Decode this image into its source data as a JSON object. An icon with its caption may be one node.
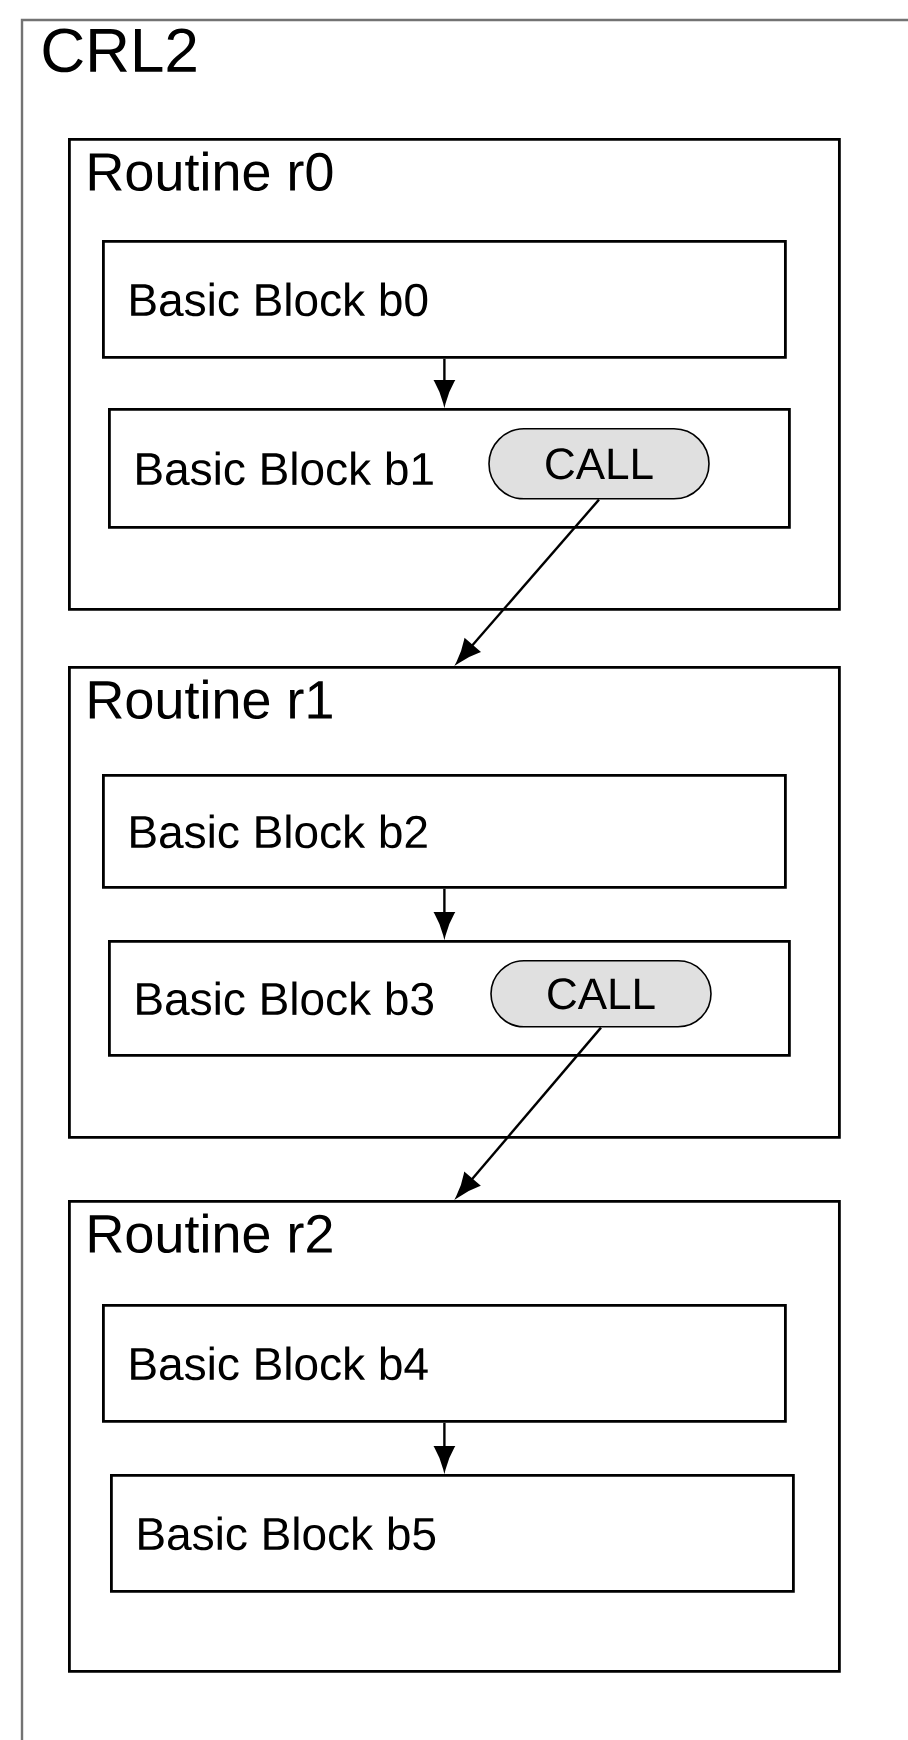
{
  "diagram": {
    "nodes": [
      {
        "text": [
          "CRL2"
        ]
      },
      {
        "text": [
          "Routine r0"
        ],
        "in": 0
      },
      {
        "text": [
          "Basic Block b0"
        ],
        "in": 1
      },
      {
        "text": [
          "Basic Block b1"
        ],
        "in": 1
      },
      {
        "text": [
          "CALL"
        ],
        "in": 3
      },
      {
        "text": [
          "Routine r1"
        ],
        "in": 0
      },
      {
        "text": [
          "Basic Block b2"
        ],
        "in": 5
      },
      {
        "text": [
          "Basic Block b3"
        ],
        "in": 5
      },
      {
        "text": [
          "CALL"
        ],
        "in": 7
      },
      {
        "text": [
          "Routine r2"
        ],
        "in": 0
      },
      {
        "text": [
          "Basic Block b4"
        ],
        "in": 9
      },
      {
        "text": [
          "Basic Block b5"
        ],
        "in": 9
      }
    ],
    "edges": [
      {
        "from": 2,
        "to": 3,
        "arrow": "to"
      },
      {
        "from": 4,
        "to": 5,
        "arrow": "to"
      },
      {
        "from": 6,
        "to": 7,
        "arrow": "to"
      },
      {
        "from": 8,
        "to": 9,
        "arrow": "to"
      },
      {
        "from": 10,
        "to": 11,
        "arrow": "to"
      }
    ]
  }
}
